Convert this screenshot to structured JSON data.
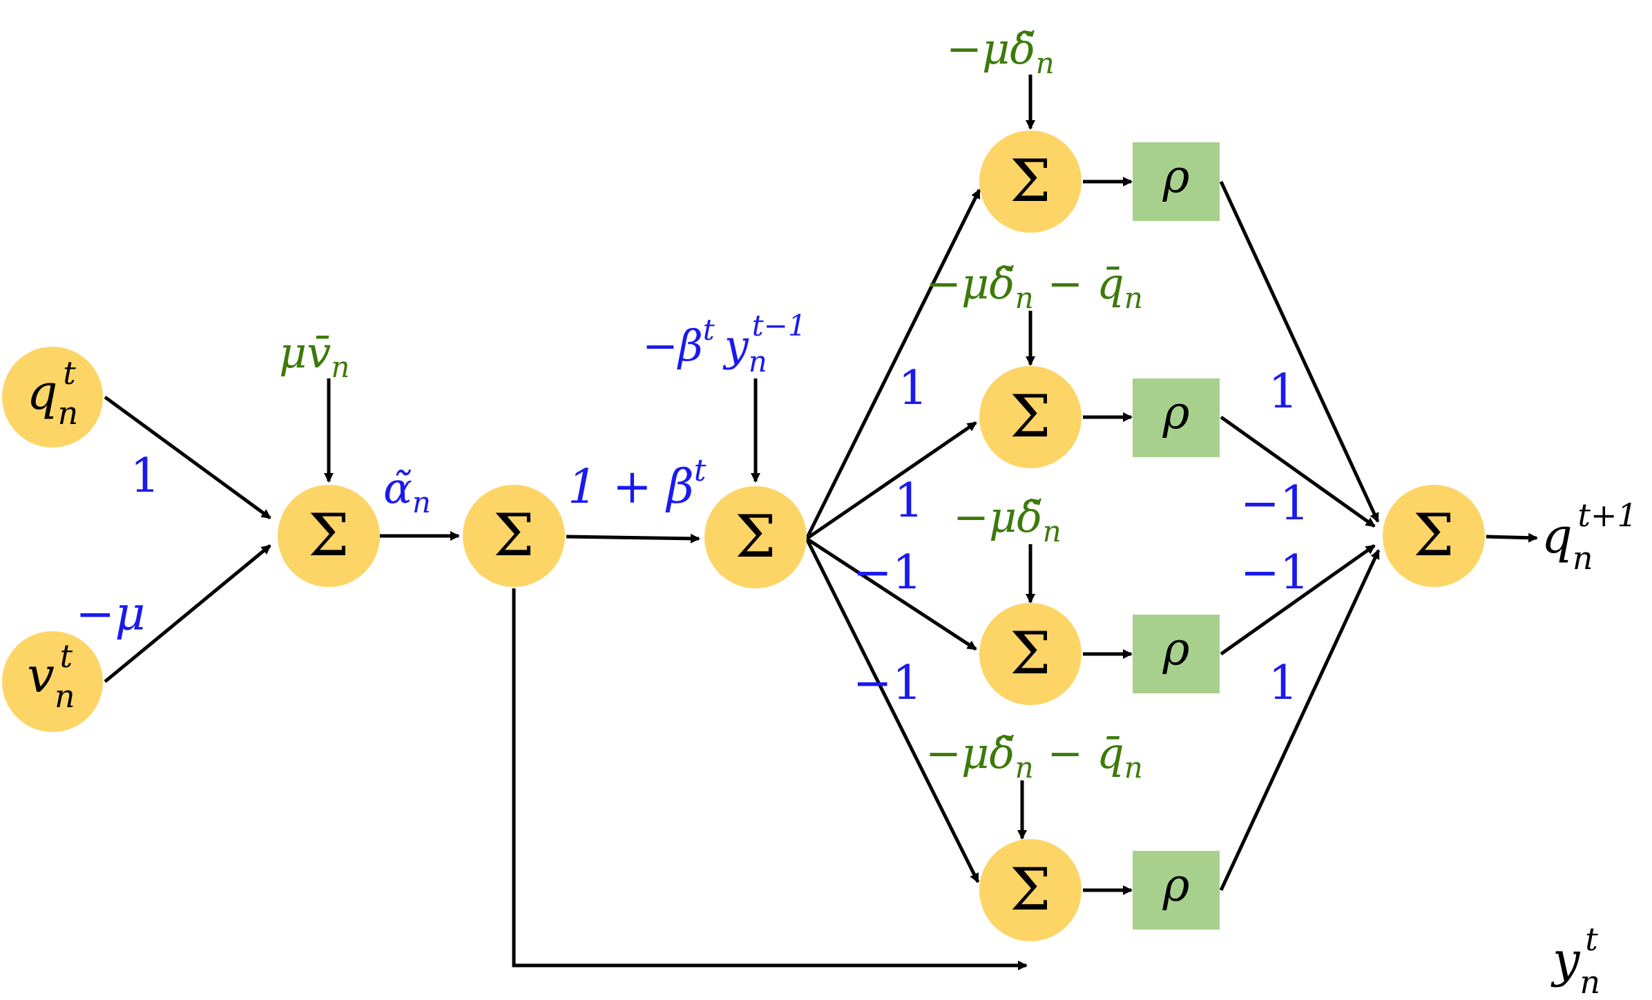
{
  "colors": {
    "node_fill": "#fdd466",
    "box_fill": "#a8d08d",
    "edge": "#000000",
    "weight_text": "#1a1aee",
    "bias_text": "#3d7a0a",
    "output_text": "#000000"
  },
  "nodes": {
    "q_in": {
      "base": "q",
      "sub": "n",
      "sup": "t"
    },
    "v_in": {
      "base": "v",
      "sub": "n",
      "sup": "t"
    },
    "sum_symbol": "Σ",
    "rho_symbol": "ρ"
  },
  "weights": {
    "q_to_sum1": "1",
    "v_to_sum1": "−μ",
    "sum1_to_sum2": {
      "base": "α̃",
      "sub": "n"
    },
    "sum2_to_sum3": {
      "base": "1 + β",
      "sup": "t"
    },
    "branch1": "1",
    "branch2": "1",
    "branch3": "−1",
    "branch4": "−1",
    "out1": "1",
    "out2": "−1",
    "out3": "−1",
    "out4": "1"
  },
  "biases": {
    "sum1": {
      "base": "μv̄",
      "sub": "n"
    },
    "sum3": {
      "base": "−β",
      "sup": "t",
      "base2": "y",
      "sub2": "n",
      "sup2": "t−1"
    },
    "relu1": {
      "base": "−μδ̃",
      "sub": "n"
    },
    "relu2": {
      "base": "−μδ̃",
      "sub": "n",
      "tail": " − q̄",
      "sub2": "n"
    },
    "relu3": {
      "base": "−μδ̃",
      "sub": "n"
    },
    "relu4": {
      "base": "−μδ̃",
      "sub": "n",
      "tail": " − q̄",
      "sub2": "n"
    }
  },
  "outputs": {
    "q_out": {
      "base": "q",
      "sub": "n",
      "sup": "t+1"
    },
    "y_out": {
      "base": "y",
      "sub": "n",
      "sup": "t"
    }
  }
}
